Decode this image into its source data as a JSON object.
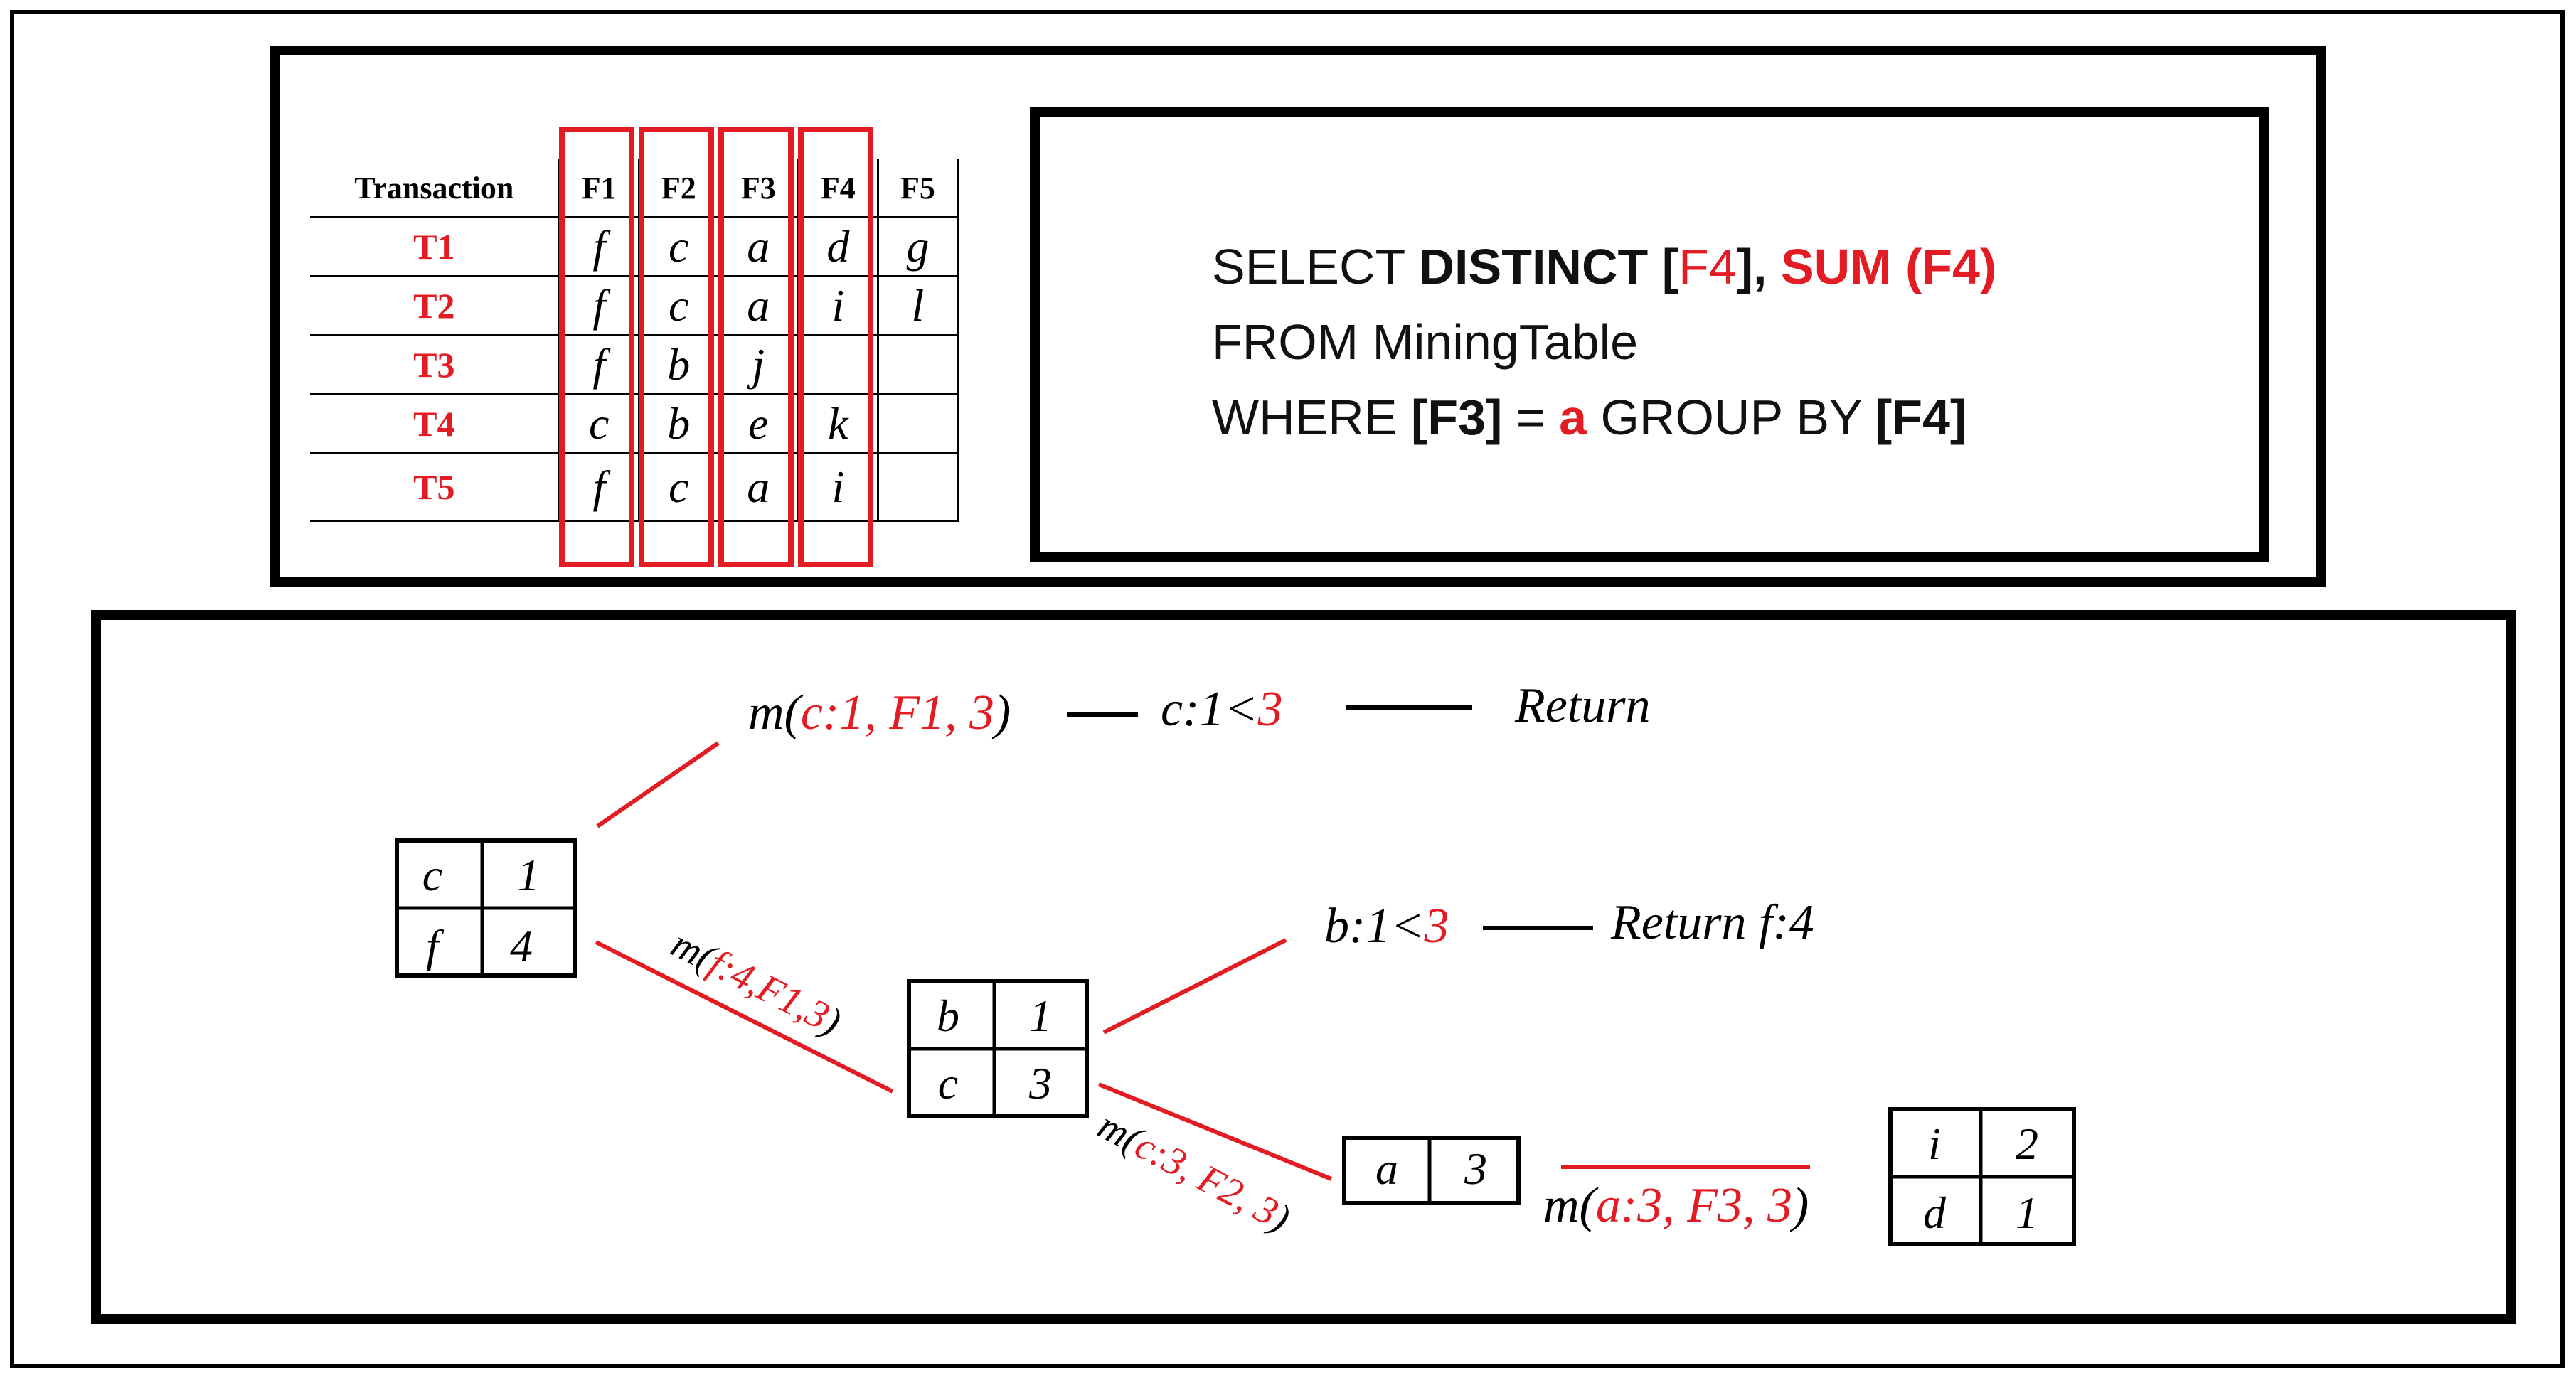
{
  "transaction_table": {
    "headers": [
      "Transaction",
      "F1",
      "F2",
      "F3",
      "F4",
      "F5"
    ],
    "rows": [
      {
        "id": "T1",
        "cells": [
          "f",
          "c",
          "a",
          "d",
          "g"
        ]
      },
      {
        "id": "T2",
        "cells": [
          "f",
          "c",
          "a",
          "i",
          "l"
        ]
      },
      {
        "id": "T3",
        "cells": [
          "f",
          "b",
          "j",
          "",
          ""
        ]
      },
      {
        "id": "T4",
        "cells": [
          "c",
          "b",
          "e",
          "k",
          ""
        ]
      },
      {
        "id": "T5",
        "cells": [
          "f",
          "c",
          "a",
          "i",
          ""
        ]
      }
    ],
    "highlighted_columns": [
      "F1",
      "F2",
      "F3",
      "F4"
    ],
    "highlight_color": "#e31b23"
  },
  "sql": {
    "line1": {
      "select": "SELECT ",
      "distinct": "DISTINCT ",
      "lb1": "[",
      "f4": "F4",
      "rb1": "]",
      "comma": ", ",
      "sum": "SUM (F4)"
    },
    "line2": {
      "text": "FROM MiningTable"
    },
    "line3": {
      "where": "WHERE ",
      "f3": "[F3]",
      "eq": " = ",
      "a": "a",
      "group": " GROUP BY ",
      "f4": "[F4]"
    }
  },
  "tree": {
    "root_table": [
      [
        "c",
        "1"
      ],
      [
        "f",
        "4"
      ]
    ],
    "branch1": {
      "m": "m(",
      "args": "c:1, F1, 3",
      "close": ")",
      "cond": "c:1<",
      "thr": "3",
      "result": "Return"
    },
    "branch2_edge_label": {
      "m": "m(",
      "args": "f:4,F1,3",
      "close": ")"
    },
    "mid_table": [
      [
        "b",
        "1"
      ],
      [
        "c",
        "3"
      ]
    ],
    "branch2a": {
      "cond": "b:1<",
      "thr": "3",
      "result": "Return f:4"
    },
    "branch2b_edge_label": {
      "m": "m(",
      "args": "c:3, F2, 3",
      "close": ")"
    },
    "a_table": [
      [
        "a",
        "3"
      ]
    ],
    "branch3": {
      "m": "m(",
      "args": "a:3, F3, 3",
      "close": ")"
    },
    "leaf_table": [
      [
        "i",
        "2"
      ],
      [
        "d",
        "1"
      ]
    ]
  },
  "colors": {
    "accent": "#e31b23",
    "ink": "#000000"
  }
}
